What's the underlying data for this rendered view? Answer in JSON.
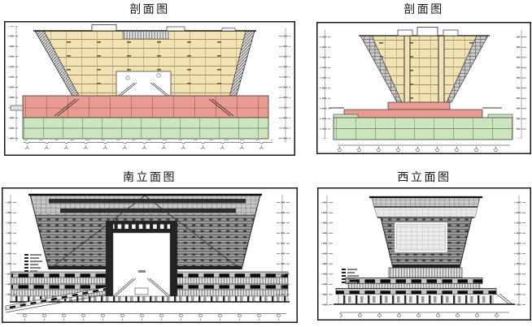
{
  "sheet": {
    "description_kind": "architectural-drawing-sheet",
    "panels": [
      {
        "id": "section-long",
        "title": "剖面图"
      },
      {
        "id": "section-cross",
        "title": "剖面图"
      },
      {
        "id": "elevation-south",
        "title": "南立面图"
      },
      {
        "id": "elevation-west",
        "title": "西立面图"
      }
    ],
    "colors": {
      "upper_floors_fill": "#f2e3b4",
      "podium_fill": "#e89b92",
      "basement_fill": "#cde5bf",
      "facade_dark": "#5a5a5a",
      "facade_light": "#d6d6d6",
      "frame_line": "#1a1a1a",
      "dimension_line": "#666666"
    }
  }
}
